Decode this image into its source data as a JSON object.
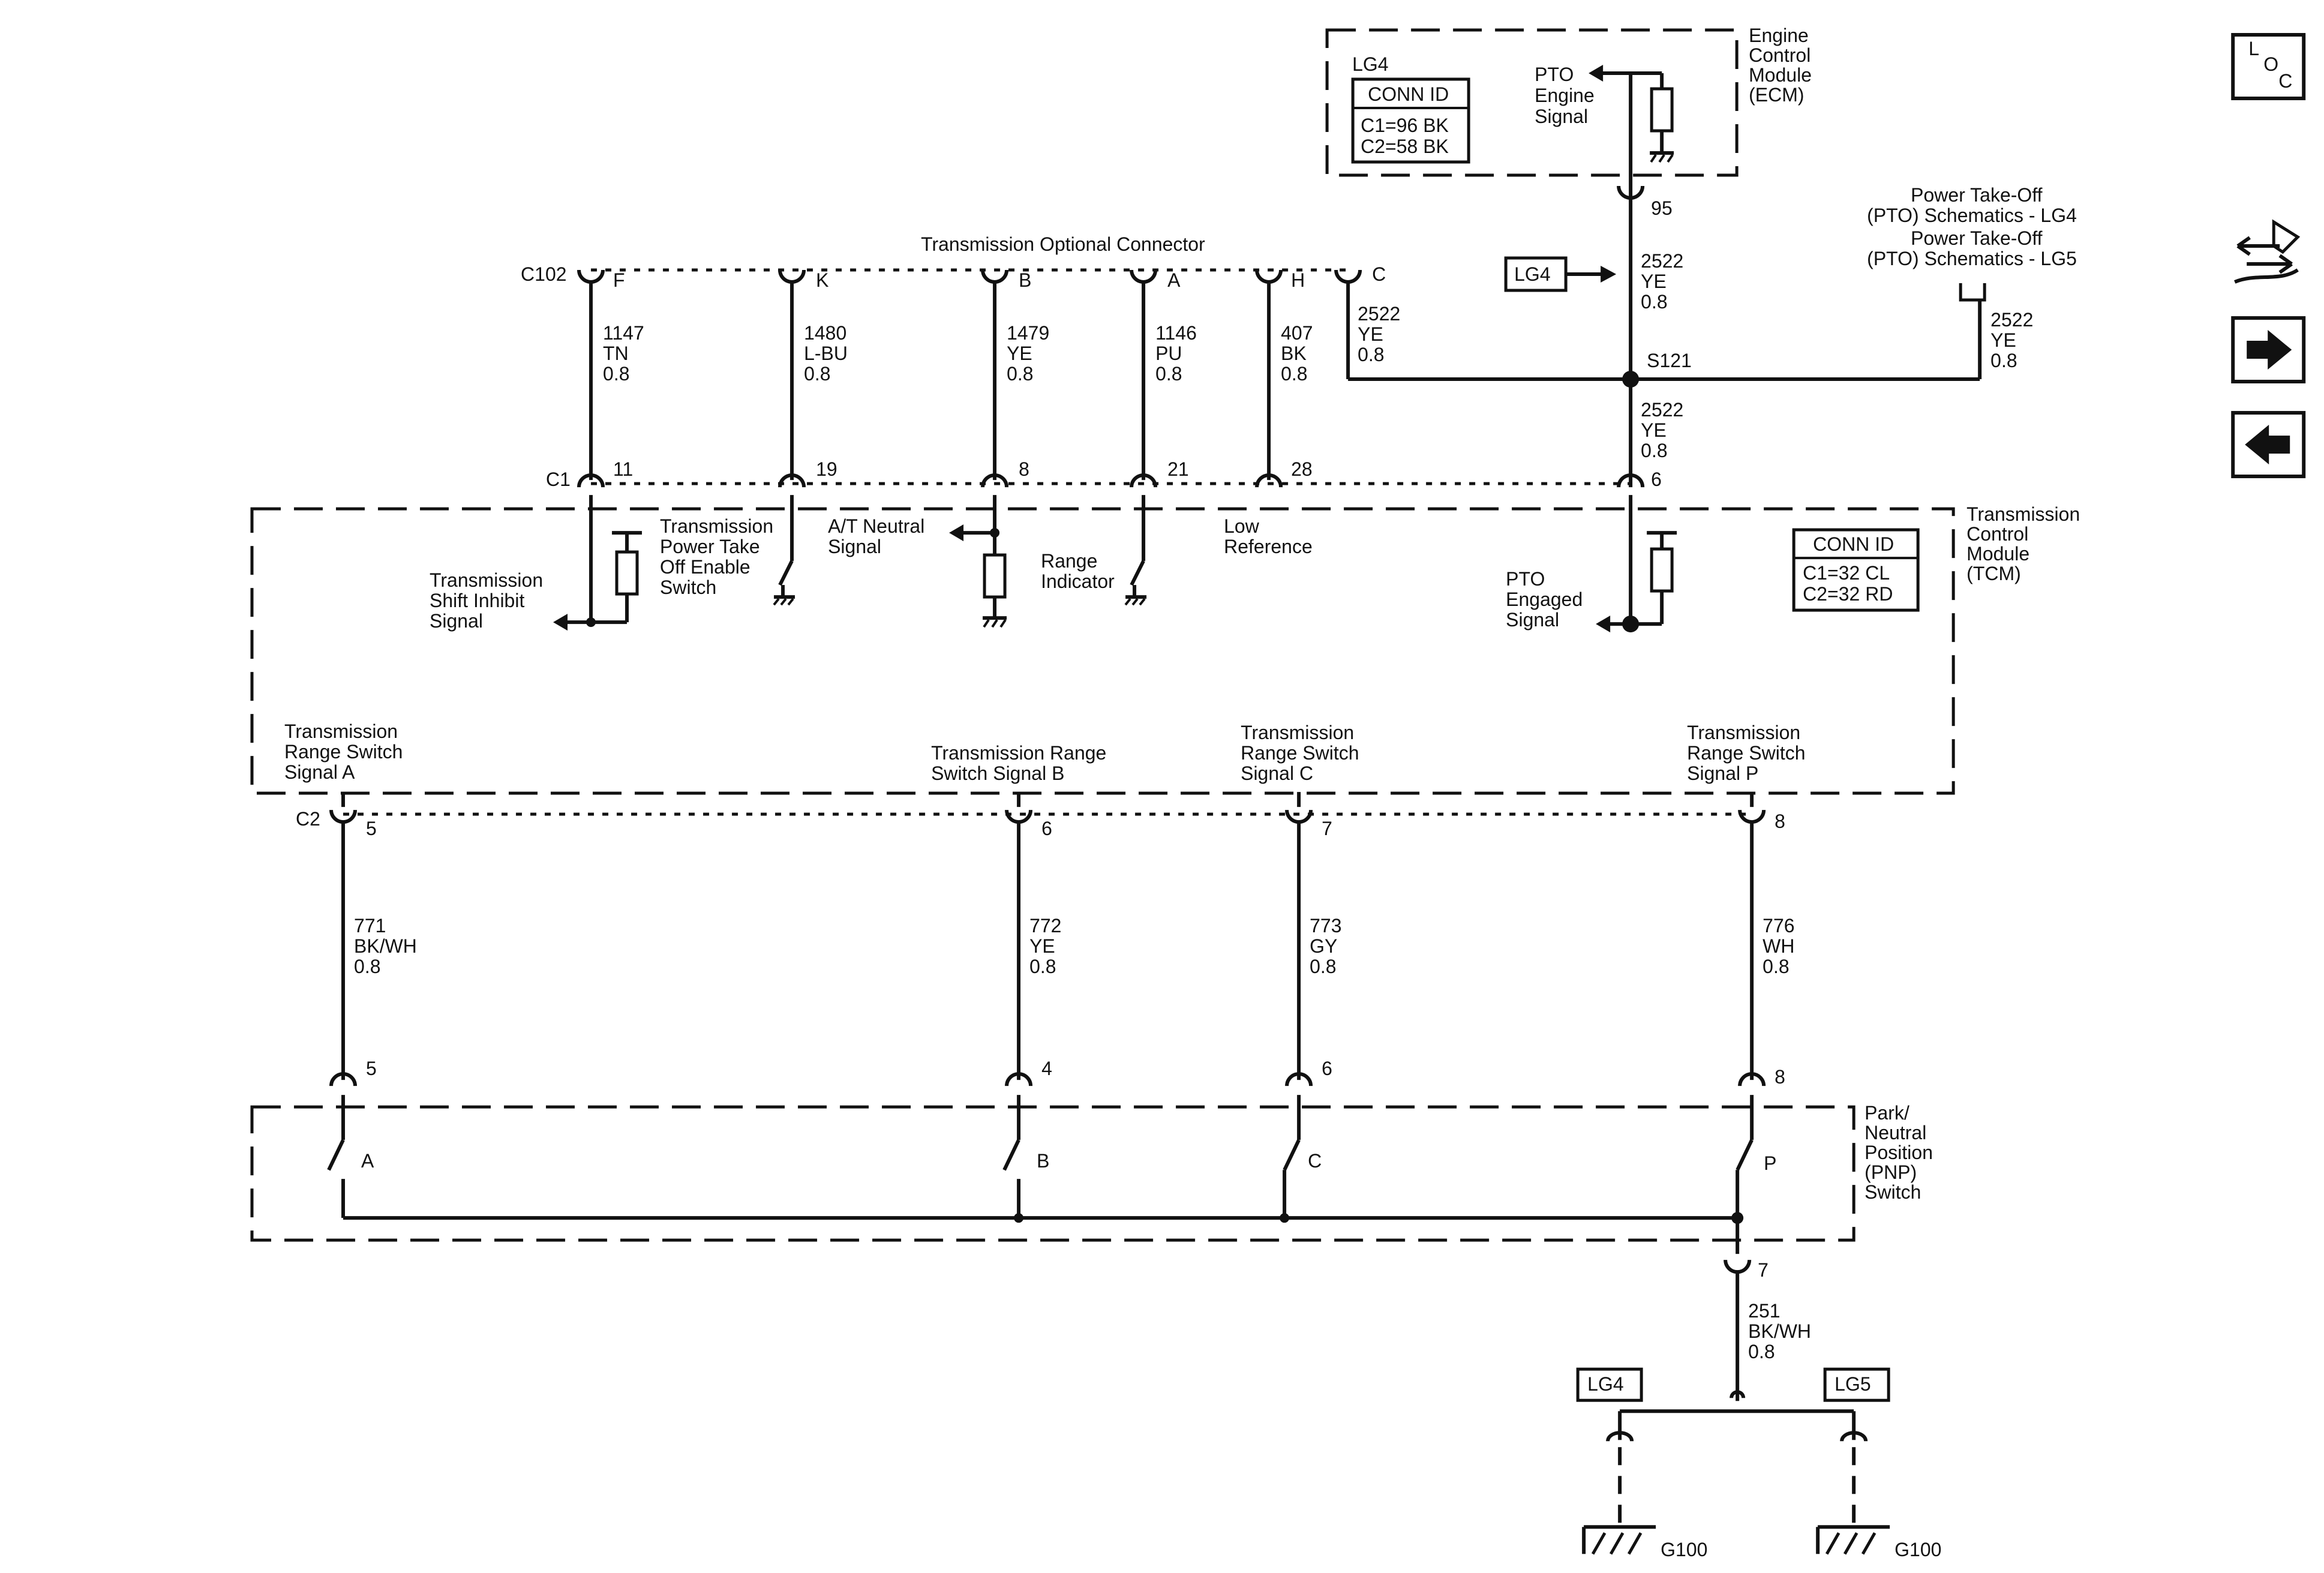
{
  "ecm": {
    "name": [
      "Engine",
      "Control",
      "Module",
      "(ECM)"
    ],
    "lg4": "LG4",
    "conn_title": "CONN ID",
    "conn_lines": [
      "C1=96 BK",
      "C2=58 BK"
    ],
    "pto_signal": [
      "PTO",
      "Engine",
      "Signal"
    ],
    "pin": "95"
  },
  "pto_refs": [
    "Power Take-Off",
    "(PTO) Schematics - LG4",
    "Power Take-Off",
    "(PTO) Schematics - LG5"
  ],
  "lg4_badge": "LG4",
  "splice": "S121",
  "connector_c102": {
    "label": "C102",
    "title": "Transmission Optional Connector",
    "pins": [
      "F",
      "K",
      "B",
      "A",
      "H",
      "C"
    ]
  },
  "wires_top": [
    [
      "1147",
      "TN",
      "0.8"
    ],
    [
      "1480",
      "L-BU",
      "0.8"
    ],
    [
      "1479",
      "YE",
      "0.8"
    ],
    [
      "1146",
      "PU",
      "0.8"
    ],
    [
      "407",
      "BK",
      "0.8"
    ],
    [
      "2522",
      "YE",
      "0.8"
    ]
  ],
  "wire_ecm": [
    "2522",
    "YE",
    "0.8"
  ],
  "wire_pto_ref": [
    "2522",
    "YE",
    "0.8"
  ],
  "wire_tcm6": [
    "2522",
    "YE",
    "0.8"
  ],
  "c1": {
    "label": "C1",
    "pins": [
      "11",
      "19",
      "8",
      "21",
      "28",
      "6"
    ]
  },
  "tcm": {
    "name": [
      "Transmission",
      "Control",
      "Module",
      "(TCM)"
    ],
    "conn_title": "CONN ID",
    "conn_lines": [
      "C1=32 CL",
      "C2=32 RD"
    ],
    "signals": {
      "shift_inhibit": [
        "Transmission",
        "Shift Inhibit",
        "Signal"
      ],
      "pto_enable": [
        "Transmission",
        "Power Take",
        "Off Enable",
        "Switch"
      ],
      "neutral": [
        "A/T Neutral",
        "Signal"
      ],
      "range_indicator": [
        "Range",
        "Indicator"
      ],
      "low_ref": [
        "Low",
        "Reference"
      ],
      "pto_engaged": [
        "PTO",
        "Engaged",
        "Signal"
      ],
      "range_a": [
        "Transmission",
        "Range Switch",
        "Signal A"
      ],
      "range_b": [
        "Transmission Range",
        "Switch Signal B"
      ],
      "range_c": [
        "Transmission",
        "Range Switch",
        "Signal C"
      ],
      "range_p": [
        "Transmission",
        "Range Switch",
        "Signal P"
      ]
    }
  },
  "c2": {
    "label": "C2",
    "pins": [
      "5",
      "6",
      "7",
      "8"
    ]
  },
  "wires_bottom": [
    [
      "771",
      "BK/WH",
      "0.8"
    ],
    [
      "772",
      "YE",
      "0.8"
    ],
    [
      "773",
      "GY",
      "0.8"
    ],
    [
      "776",
      "WH",
      "0.8"
    ]
  ],
  "pnp": {
    "name": [
      "Park/",
      "Neutral",
      "Position",
      "(PNP)",
      "Switch"
    ],
    "pins": [
      "5",
      "4",
      "6",
      "8"
    ],
    "contacts": [
      "A",
      "B",
      "C",
      "P"
    ],
    "ground_pin": "7"
  },
  "wire_ground": [
    "251",
    "BK/WH",
    "0.8"
  ],
  "ground_badges": [
    "LG4",
    "LG5"
  ],
  "grounds": [
    "G100",
    "G100"
  ],
  "nav": {
    "loc": [
      "L",
      "O",
      "C"
    ]
  }
}
